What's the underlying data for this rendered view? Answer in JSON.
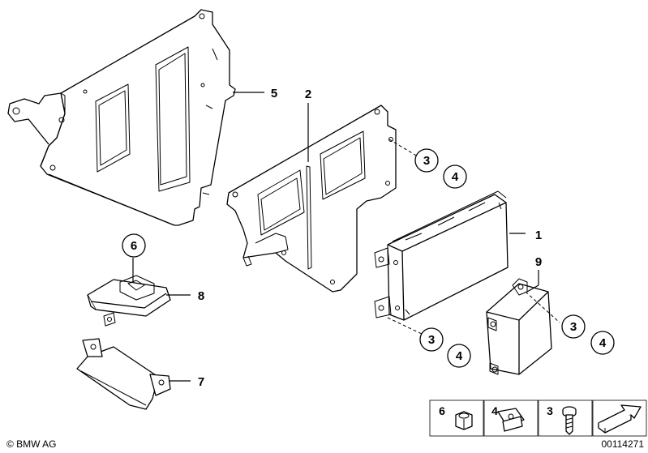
{
  "callouts": {
    "c1": "1",
    "c2": "2",
    "c3a": "3",
    "c4a": "4",
    "c3b": "3",
    "c4b": "4",
    "c3c": "3",
    "c4c": "4",
    "c5": "5",
    "c6": "6",
    "c7": "7",
    "c8": "8",
    "c9": "9"
  },
  "legend": {
    "item1": "6",
    "item2": "4",
    "item3": "3"
  },
  "footer": {
    "copyright": "© BMW AG",
    "diagram_number": "00114271"
  }
}
